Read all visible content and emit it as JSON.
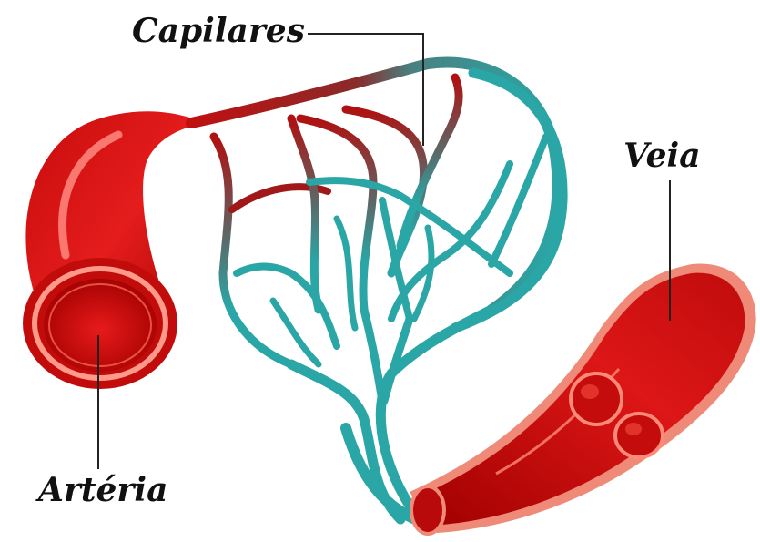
{
  "labels": {
    "capilares": "Capilares",
    "veia": "Veia",
    "arteria": "Artéria"
  },
  "colors": {
    "artery_red": "#e01a1a",
    "artery_dark": "#9e0000",
    "artery_highlight": "#ff8a80",
    "vein_red": "#d41414",
    "vein_rim": "#f08a78",
    "capillary_teal": "#2aa6a6",
    "capillary_dark": "#157878",
    "label_text": "#111111"
  }
}
